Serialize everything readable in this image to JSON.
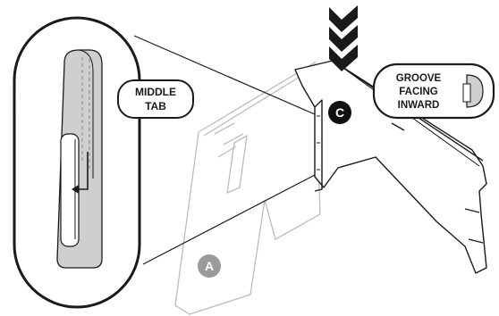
{
  "callouts": {
    "middle_tab_line1": "MIDDLE",
    "middle_tab_line2": "TAB",
    "groove_line1": "GROOVE",
    "groove_line2": "FACING",
    "groove_line3": "INWARD"
  },
  "part_labels": {
    "part_a": "A",
    "part_c": "C"
  },
  "colors": {
    "line_dark": "#1a1a1a",
    "part_a_outline": "#b8b8b8",
    "badge_a_fill": "#9a9a9a",
    "badge_c_fill": "#111111",
    "tab_fill": "#cfcfcf",
    "arrow_fill": "#1a1a1a"
  },
  "icons": {
    "insert_arrow": "chevron-down-stack-icon",
    "tab_direction": "bent-arrow-icon"
  }
}
